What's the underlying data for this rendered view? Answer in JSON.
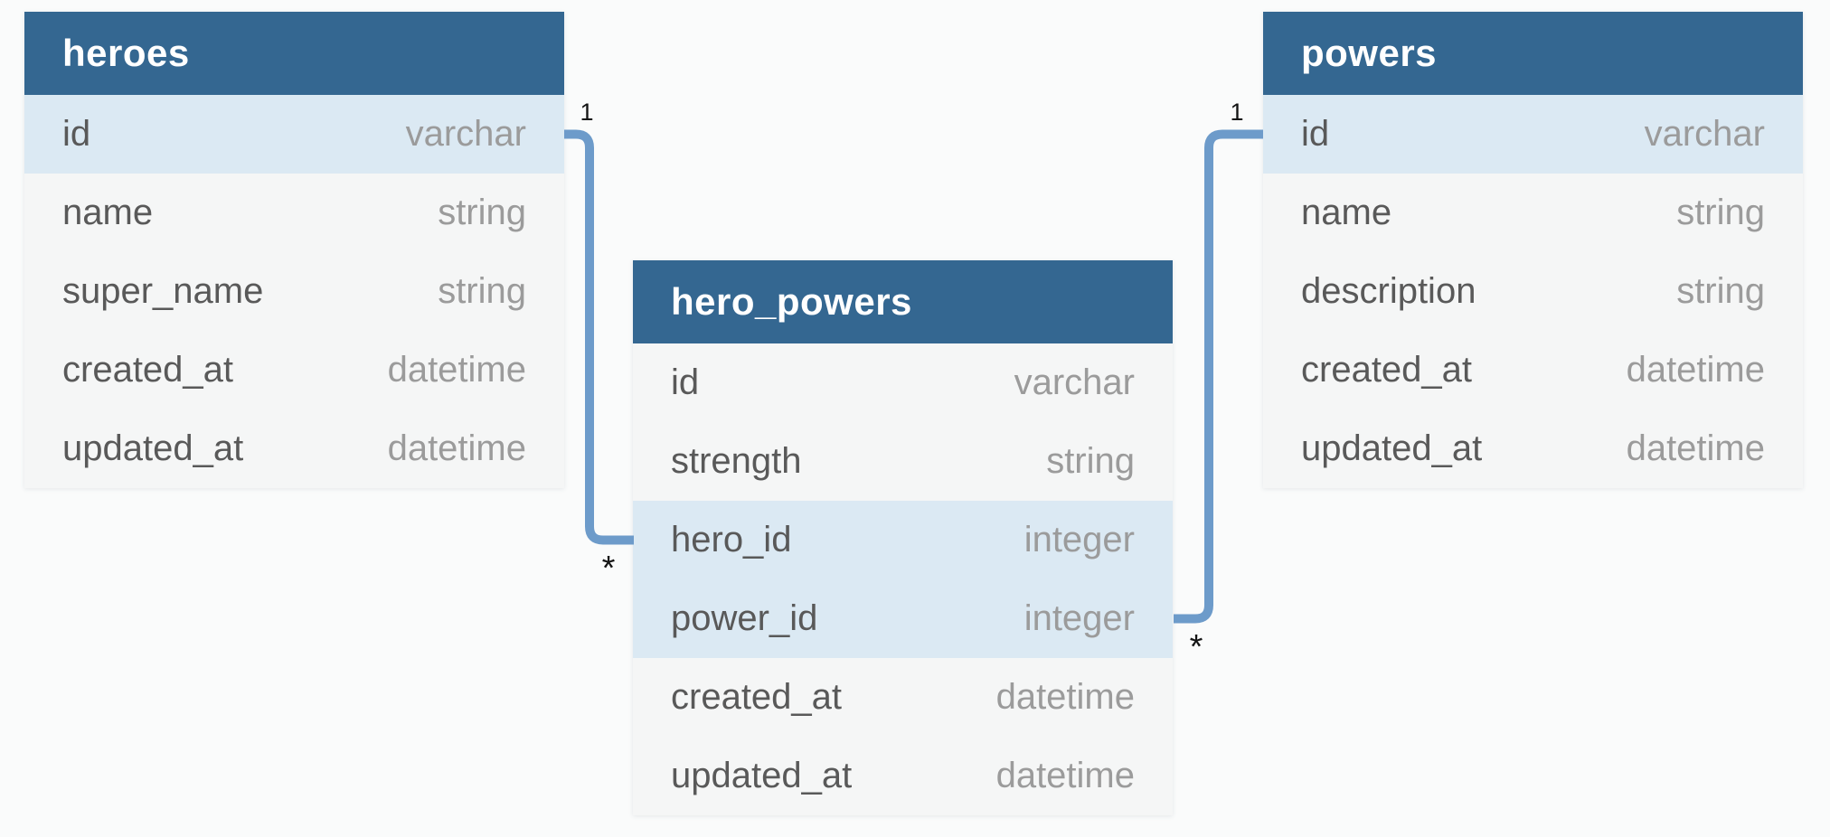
{
  "diagram": {
    "tables": [
      {
        "name": "heroes",
        "fields": [
          {
            "name": "id",
            "type": "varchar",
            "highlighted": true
          },
          {
            "name": "name",
            "type": "string",
            "highlighted": false
          },
          {
            "name": "super_name",
            "type": "string",
            "highlighted": false
          },
          {
            "name": "created_at",
            "type": "datetime",
            "highlighted": false
          },
          {
            "name": "updated_at",
            "type": "datetime",
            "highlighted": false
          }
        ]
      },
      {
        "name": "hero_powers",
        "fields": [
          {
            "name": "id",
            "type": "varchar",
            "highlighted": false
          },
          {
            "name": "strength",
            "type": "string",
            "highlighted": false
          },
          {
            "name": "hero_id",
            "type": "integer",
            "highlighted": true
          },
          {
            "name": "power_id",
            "type": "integer",
            "highlighted": true
          },
          {
            "name": "created_at",
            "type": "datetime",
            "highlighted": false
          },
          {
            "name": "updated_at",
            "type": "datetime",
            "highlighted": false
          }
        ]
      },
      {
        "name": "powers",
        "fields": [
          {
            "name": "id",
            "type": "varchar",
            "highlighted": true
          },
          {
            "name": "name",
            "type": "string",
            "highlighted": false
          },
          {
            "name": "description",
            "type": "string",
            "highlighted": false
          },
          {
            "name": "created_at",
            "type": "datetime",
            "highlighted": false
          },
          {
            "name": "updated_at",
            "type": "datetime",
            "highlighted": false
          }
        ]
      }
    ],
    "relationships": [
      {
        "from_table": "heroes",
        "from_field": "id",
        "from_cardinality": "1",
        "to_table": "hero_powers",
        "to_field": "hero_id",
        "to_cardinality": "*"
      },
      {
        "from_table": "powers",
        "from_field": "id",
        "from_cardinality": "1",
        "to_table": "hero_powers",
        "to_field": "power_id",
        "to_cardinality": "*"
      }
    ],
    "colors": {
      "header_bg": "#346791",
      "header_text": "#ffffff",
      "row_bg": "#f5f6f6",
      "row_highlight_bg": "#dbe9f3",
      "field_name_text": "#595959",
      "field_type_text": "#9b9b9b",
      "relationship_line": "#6d9bca",
      "cardinality_text": "#141414",
      "page_bg": "#fafbfb"
    }
  }
}
